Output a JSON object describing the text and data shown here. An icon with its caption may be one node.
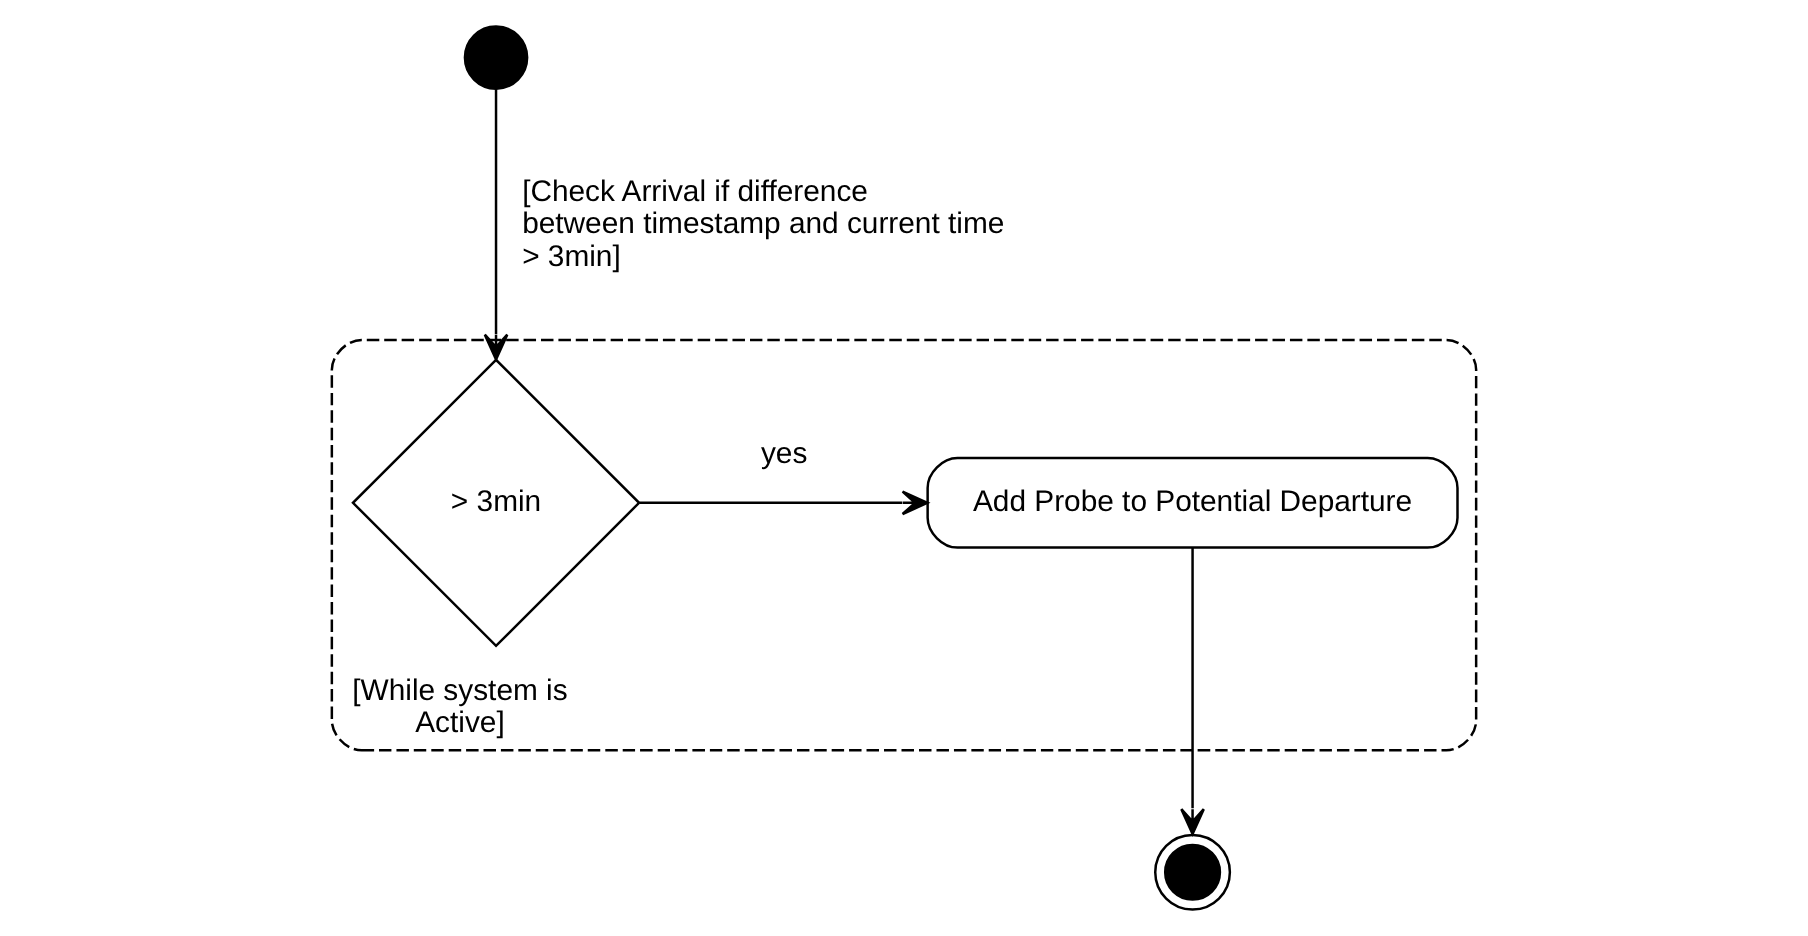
{
  "diagram": {
    "nodes": [
      {
        "text": [
          "[While system is Active]"
        ]
      },
      {
        "text": [],
        "shape": "circle"
      },
      {
        "text": [
          "> 3min"
        ],
        "in": 0
      },
      {
        "text": [
          "Add Probe to Potential Departure"
        ],
        "in": 0
      },
      {
        "text": [],
        "shape": "bullseye"
      }
    ],
    "edges": [
      {
        "from": 1,
        "to": 2,
        "arrow": "to",
        "label": "[Check Arrival if difference between timestamp and current time > 3min]"
      },
      {
        "from": 2,
        "to": 3,
        "arrow": "to",
        "label": "yes"
      },
      {
        "from": 3,
        "to": 4,
        "arrow": "to"
      }
    ]
  }
}
